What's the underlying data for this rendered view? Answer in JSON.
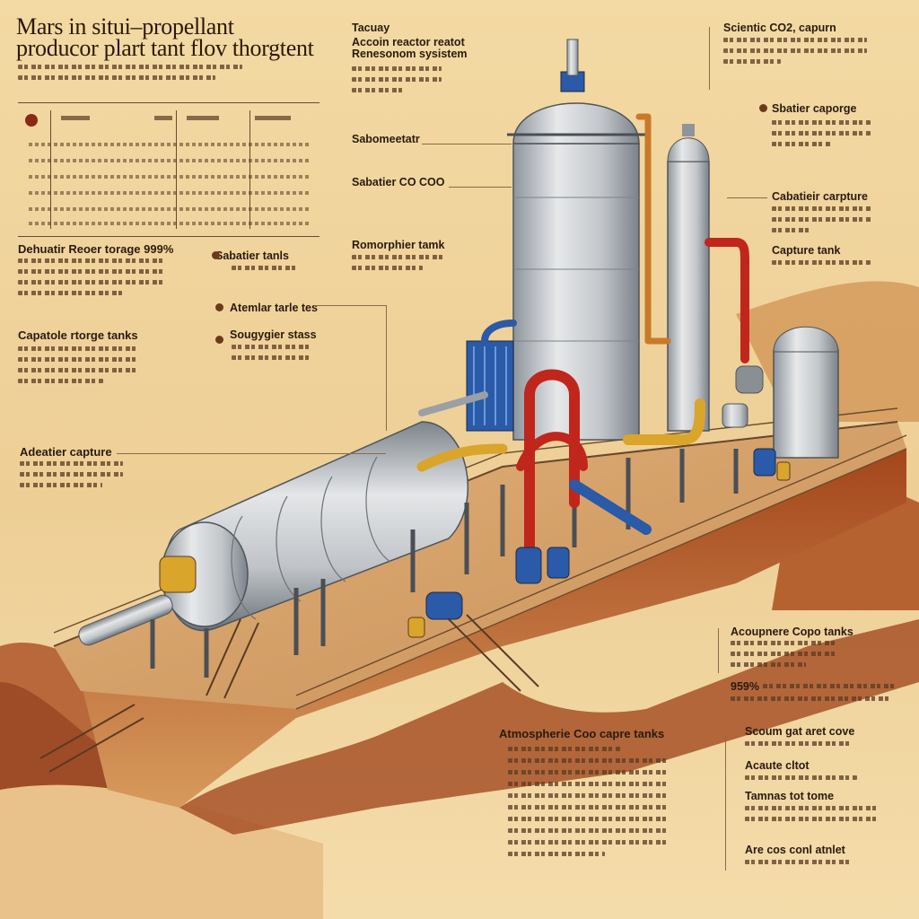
{
  "title": {
    "line1": "Mars in situi–propellant",
    "line2": "producor plart tant flov thorgtent"
  },
  "labels": {
    "tacuay": "Tacuay",
    "accoin": "Accoin reactor reatot",
    "renesonom": "Renesonom sysistem",
    "sabomeetatr": "Sabomeetatr",
    "sabatier_co": "Sabatier CO COO",
    "romorphier": "Romorphier tamk",
    "dehuatir": "Dehuatir Reoer torage 999%",
    "sabatier_tanks": "Sabatier tanls",
    "atemlatlar": "Atemlar tarle tes",
    "sougygiie": "Sougygier stass",
    "capatole": "Capatole rtorge tanks",
    "adeatier": "Adeatier capture",
    "scientic": "Scientic CO2, capurn",
    "sbatier_caporge": "Sbatier caporge",
    "cabatieir": "Cabatieir carpture",
    "capture_tank": "Capture tank",
    "acoupnere": "Acoupnere Copo tanks",
    "pct959": "959%",
    "atmospherie": "Atmospherie Coo capre tanks",
    "scoum": "Scoum gat aret cove",
    "acaute": "Acaute cltot",
    "tamnas": "Tamnas tot tome",
    "arecit": "Are cos conl atnlet"
  },
  "colors": {
    "sand": "#e9c98a",
    "dune": "#c9844a",
    "cliff": "#8c3a1a",
    "steel": "#c9ccd0",
    "pipe_red": "#c0261c",
    "pipe_gold": "#d9a52a",
    "pipe_blue": "#2a5aa8"
  }
}
